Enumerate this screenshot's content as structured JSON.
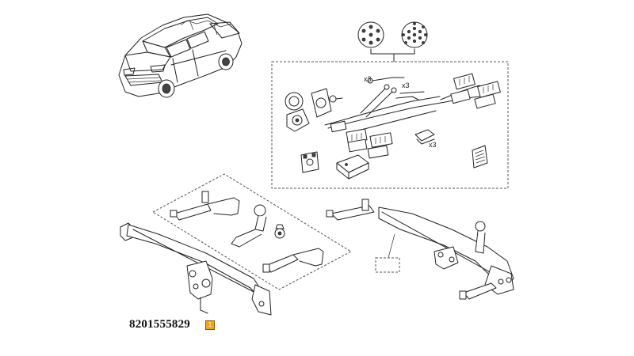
{
  "part": {
    "number": "8201555829",
    "badge": "1"
  },
  "labels": {
    "qty_screws": "x3",
    "qty_bolts": "x3",
    "qty_clips": "x3"
  }
}
